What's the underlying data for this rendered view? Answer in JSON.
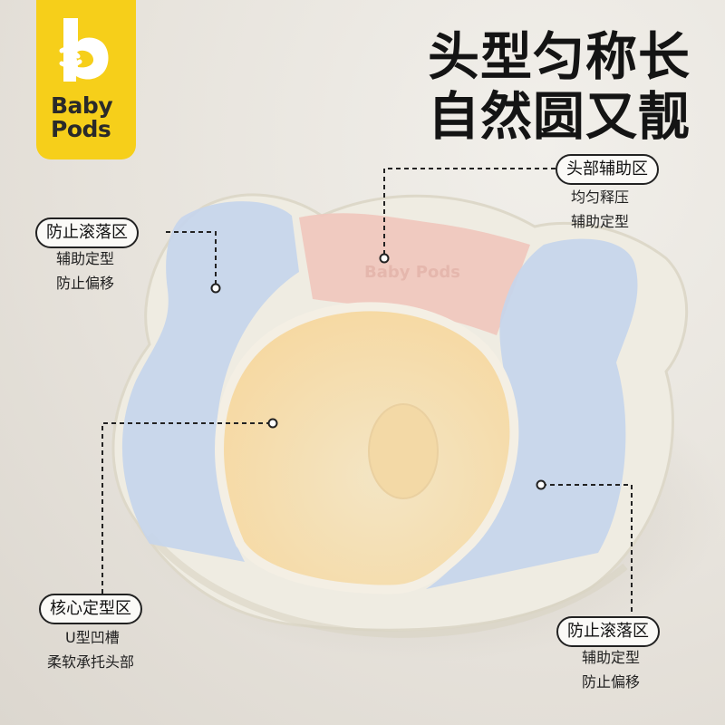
{
  "brand": {
    "logo_line1": "Baby",
    "logo_line2": "Pods",
    "pillow_print": "Baby Pods",
    "accent_color": "#f6cf1a"
  },
  "headline": {
    "line1": "头型匀称长",
    "line2": "自然圆又靓"
  },
  "callouts": {
    "top_right": {
      "title": "头部辅助区",
      "lines": [
        "均匀释压",
        "辅助定型"
      ]
    },
    "left": {
      "title": "防止滚落区",
      "lines": [
        "辅助定型",
        "防止偏移"
      ]
    },
    "bottom_left": {
      "title": "核心定型区",
      "lines": [
        "U型凹槽",
        "柔软承托头部"
      ]
    },
    "bottom_right": {
      "title": "防止滚落区",
      "lines": [
        "辅助定型",
        "防止偏移"
      ]
    }
  },
  "zone_colors": {
    "head_zone": "#f0c7bd",
    "side_zones": "#c6d5ec",
    "core_zone": "#f7dcaa",
    "pillow_base": "#efece2"
  }
}
